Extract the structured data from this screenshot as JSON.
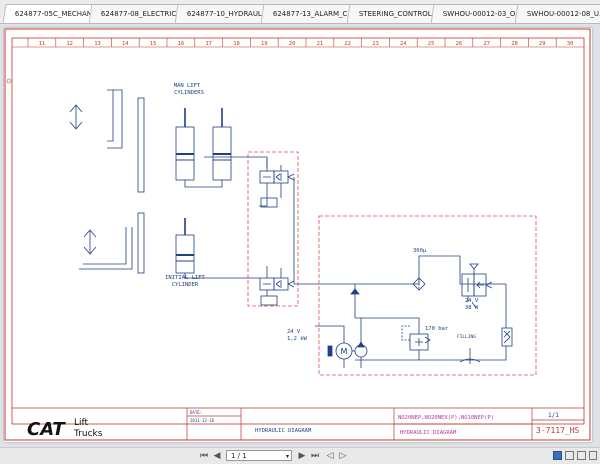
{
  "tabs": [
    {
      "label": "624877-05C_MECHAN..."
    },
    {
      "label": "624877-08_ELECTRIC..."
    },
    {
      "label": "624877-10_HYDRAUL..."
    },
    {
      "label": "624877-13_ALARM_C..."
    },
    {
      "label": "STEERING_CONTROL..."
    },
    {
      "label": "SWHOU-00012-03_O..."
    },
    {
      "label": "SWHOU-00012-08_U..."
    }
  ],
  "frame": {
    "columns": [
      "11",
      "12",
      "13",
      "14",
      "15",
      "16",
      "17",
      "18",
      "19",
      "20",
      "21",
      "22",
      "23",
      "24",
      "25",
      "26",
      "27",
      "28",
      "29",
      "30"
    ]
  },
  "schematic": {
    "main_lift_label_1": "MAN LIFT",
    "main_lift_label_2": "CYLINDERS",
    "initial_lift_label_1": "INITIAL LIFT",
    "initial_lift_label_2": "CYLINDER",
    "motor_voltage": "24  V",
    "motor_power": "1,2 kW",
    "motor_symbol": "M",
    "filter_label": "300µ",
    "valve_voltage": "24  V",
    "valve_power": "38 W",
    "relief_pressure": "170 bar",
    "tank_label": "FILLING"
  },
  "title_block": {
    "logo_main": "CAT",
    "logo_sub_1": "Lift",
    "logo_sub_2": "Trucks",
    "date_label": "DATE:",
    "date_value": "2011-12-16",
    "title_left": "HYDRAULIC DIAGRAM",
    "models": "NO20NEP,NO20NEX(P),NO10NEP(P)",
    "title_right": "HYDRAULIC DIAGRAM",
    "sheet": "1/1",
    "drawing_no": "3-7117_HS"
  },
  "statusbar": {
    "page_indicator": "1 / 1"
  },
  "colors": {
    "line": "#1f3f86",
    "highlight": "#d9534f",
    "frame_red": "#c0392b"
  }
}
